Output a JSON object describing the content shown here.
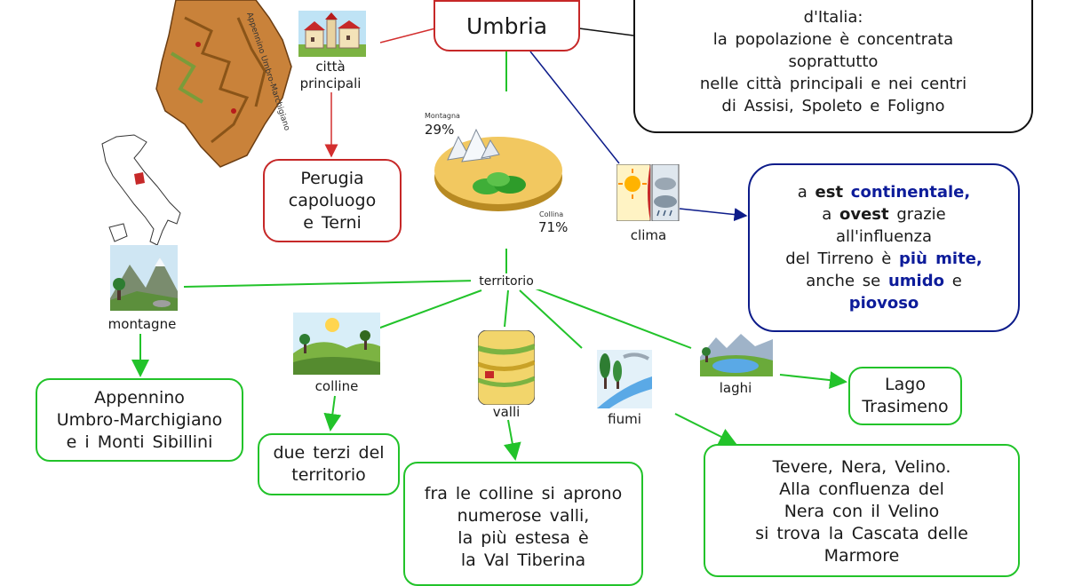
{
  "title": "Umbria",
  "top_box": {
    "lines": [
      "d'Italia:",
      "la popolazione è concentrata",
      "soprattutto",
      "nelle città principali e nei centri",
      "di Assisi, Spoleto e Foligno"
    ]
  },
  "cities": {
    "label_1": "città",
    "label_2": "principali",
    "box": [
      "Perugia",
      "capoluogo",
      "e Terni"
    ]
  },
  "pie": {
    "mont_label": "Montagna",
    "mont_pct": "29%",
    "coll_label": "Collina",
    "coll_pct": "71%",
    "chart_data": {
      "type": "pie",
      "categories": [
        "Montagna",
        "Collina"
      ],
      "values": [
        29,
        71
      ]
    }
  },
  "climate": {
    "label": "clima",
    "l1a": "a",
    "l1b": "est",
    "l1c": "continentale,",
    "l2a": "a",
    "l2b": "ovest",
    "l2c": "grazie",
    "l3": "all'influenza",
    "l4a": "del Tirreno è",
    "l4b": "più mite,",
    "l5a": "anche se",
    "l5b": "umido",
    "l5c": "e",
    "l6": "piovoso"
  },
  "territory": {
    "label": "territorio",
    "mountains": {
      "label": "montagne",
      "box": [
        "Appennino",
        "Umbro-Marchigiano",
        "e i Monti Sibillini"
      ]
    },
    "hills": {
      "label": "colline",
      "box": [
        "due terzi del",
        "territorio"
      ]
    },
    "valleys": {
      "label": "valli",
      "box": [
        "fra le colline si aprono",
        "numerose valli,",
        "la più estesa è",
        "la Val Tiberina"
      ]
    },
    "rivers": {
      "label": "fiumi",
      "box": [
        "Tevere, Nera, Velino.",
        "Alla confluenza del",
        "Nera con il Velino",
        "si trova la Cascata delle",
        "Marmore"
      ]
    },
    "lakes": {
      "label": "laghi",
      "box": [
        "Lago",
        "Trasimeno"
      ]
    }
  },
  "map_text": "Appennino Umbro-Marchigiano",
  "colors": {
    "red": "#c62828",
    "green": "#22c32a",
    "blue": "#0d1c8a",
    "black": "#111111"
  }
}
